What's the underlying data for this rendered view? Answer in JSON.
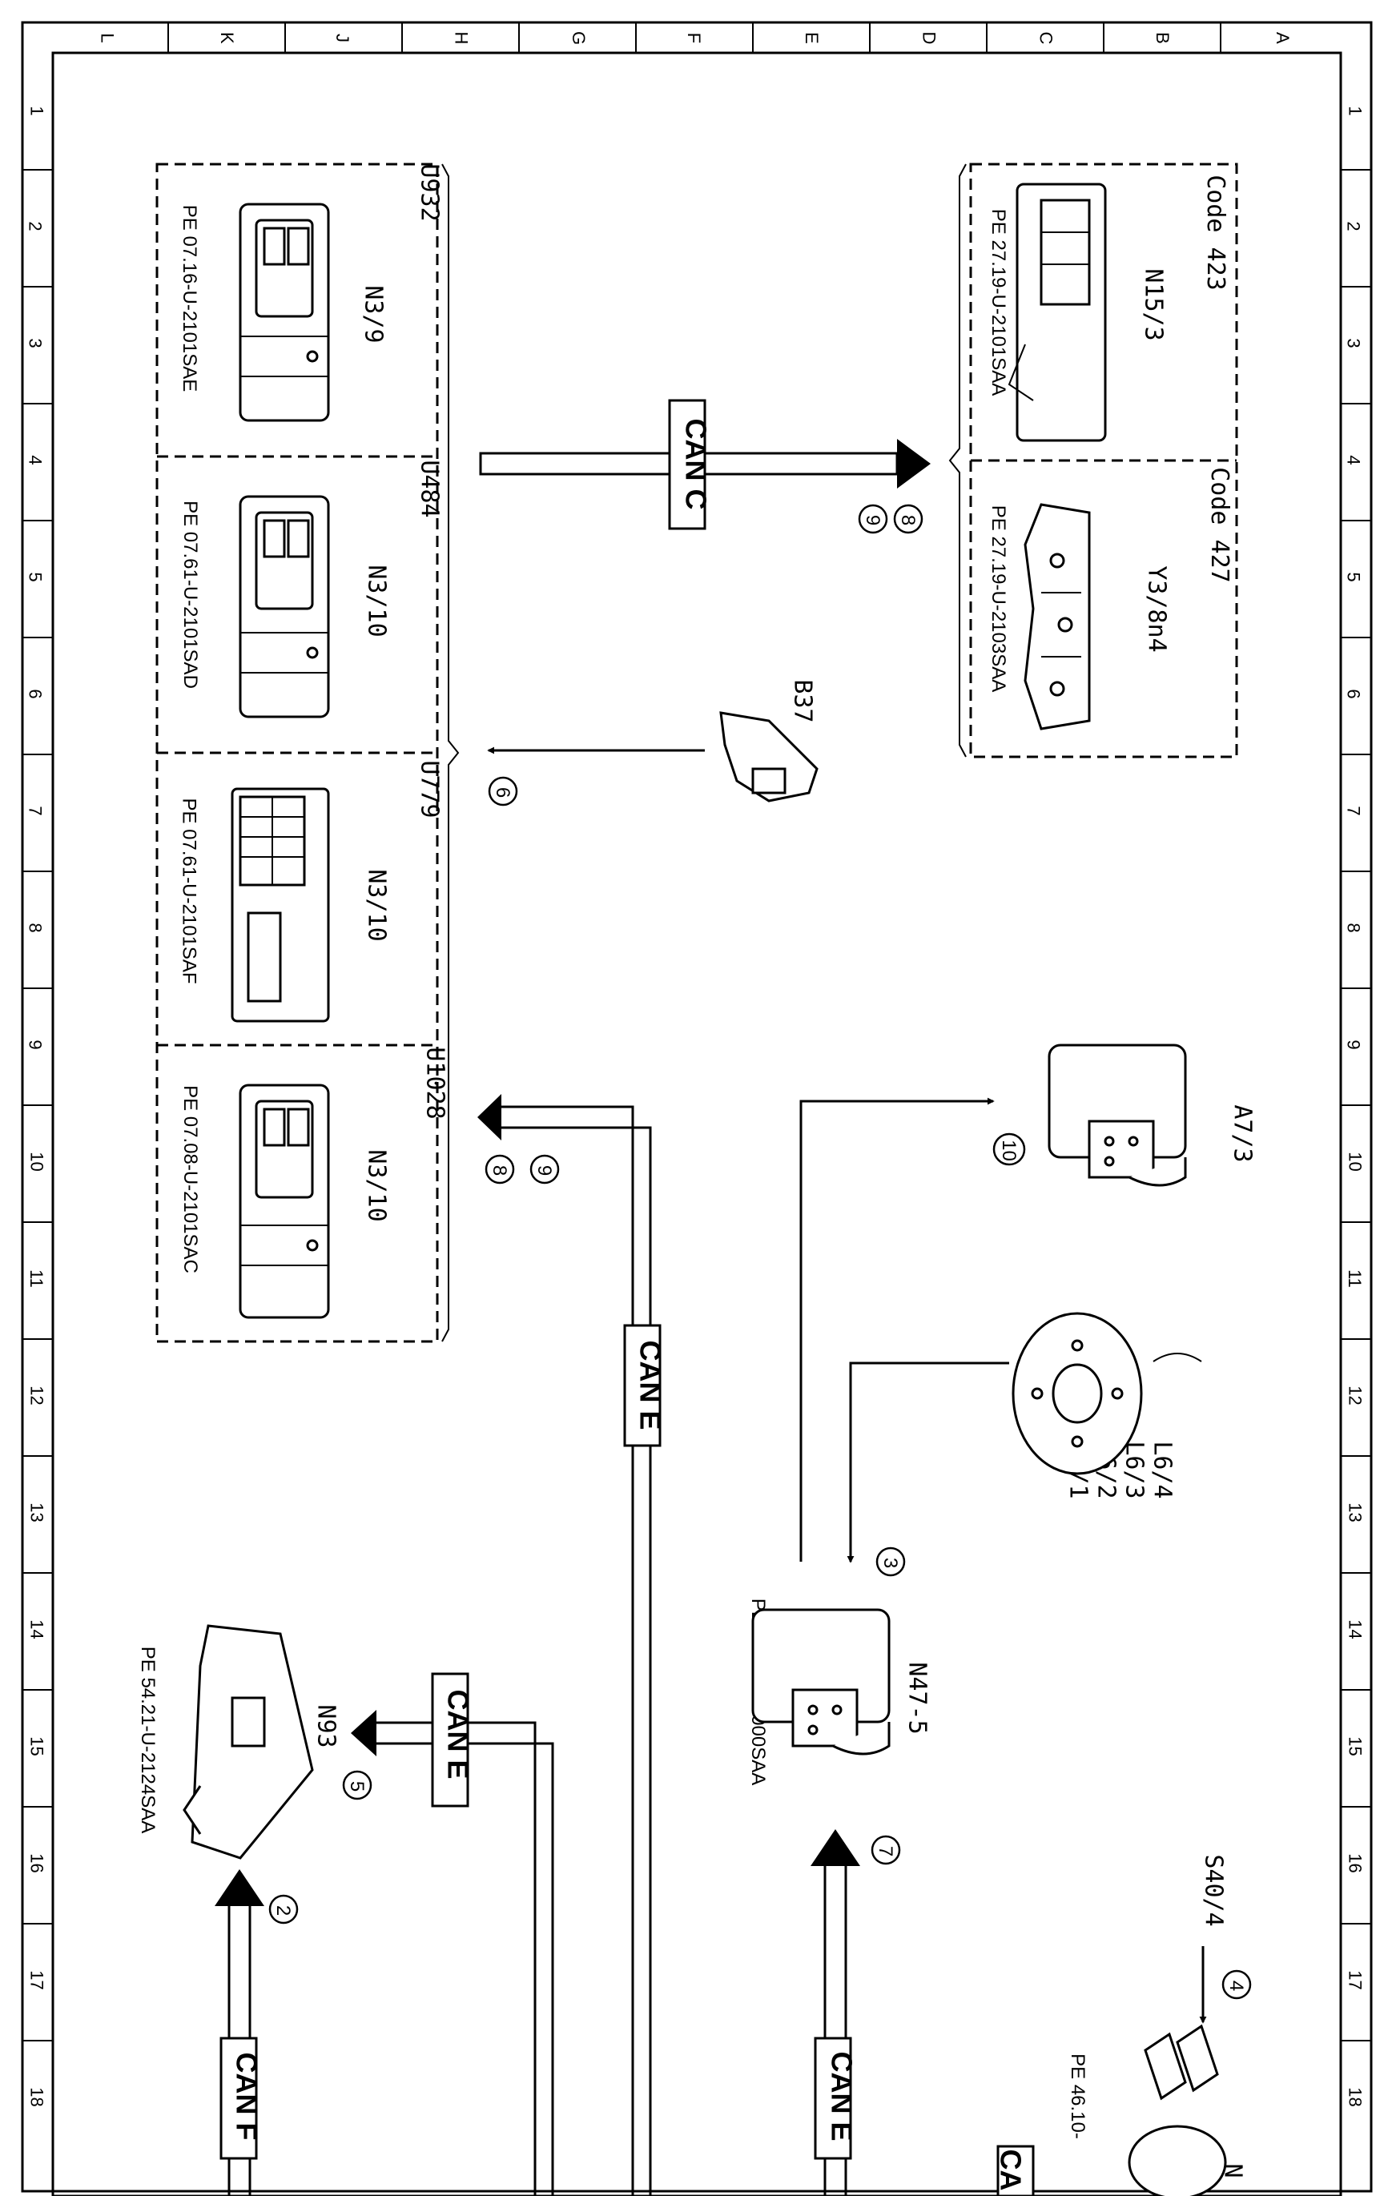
{
  "grid": {
    "columns": [
      "L",
      "K",
      "J",
      "H",
      "G",
      "F",
      "E",
      "D",
      "C",
      "B",
      "A"
    ],
    "rows": [
      "1",
      "2",
      "3",
      "4",
      "5",
      "6",
      "7",
      "8",
      "9",
      "10",
      "11",
      "12",
      "13",
      "14",
      "15",
      "16",
      "17",
      "18"
    ]
  },
  "groups": {
    "ecu": [
      {
        "code": "U932",
        "name": "N3/9",
        "ref": "PE 07.16-U-2101SAE"
      },
      {
        "code": "U484",
        "name": "N3/10",
        "ref": "PE 07.61-U-2101SAD"
      },
      {
        "code": "U779",
        "name": "N3/10",
        "ref": "PE 07.61-U-2101SAF"
      },
      {
        "code": "U1028",
        "name": "N3/10",
        "ref": "PE 07.08-U-2101SAC"
      }
    ],
    "top_right": [
      {
        "code": "Code 423",
        "name": "N15/3",
        "ref": "PE 27.19-U-2101SAA"
      },
      {
        "code": "Code 427",
        "name": "Y3/8n4",
        "ref": "PE 27.19-U-2103SAA"
      }
    ]
  },
  "components": {
    "b37": "B37",
    "a7_3": "A7/3",
    "l6": [
      "L6/1",
      "L6/2",
      "L6/3",
      "L6/4"
    ],
    "n47": {
      "name": "N47-5",
      "ref": "PE 42.47-U-2000SAA"
    },
    "n93": {
      "name": "N93",
      "ref": "PE 54.21-U-2124SAA"
    },
    "s40": "S40/4",
    "switch_ref": "PE 46.10-",
    "switch_name": "N",
    "can_partial": "CA"
  },
  "buses": {
    "can_c": "CAN C",
    "can_e": "CAN E",
    "can_f": "CAN F"
  },
  "signals": [
    "2",
    "3",
    "4",
    "5",
    "6",
    "7",
    "8",
    "9",
    "10"
  ]
}
